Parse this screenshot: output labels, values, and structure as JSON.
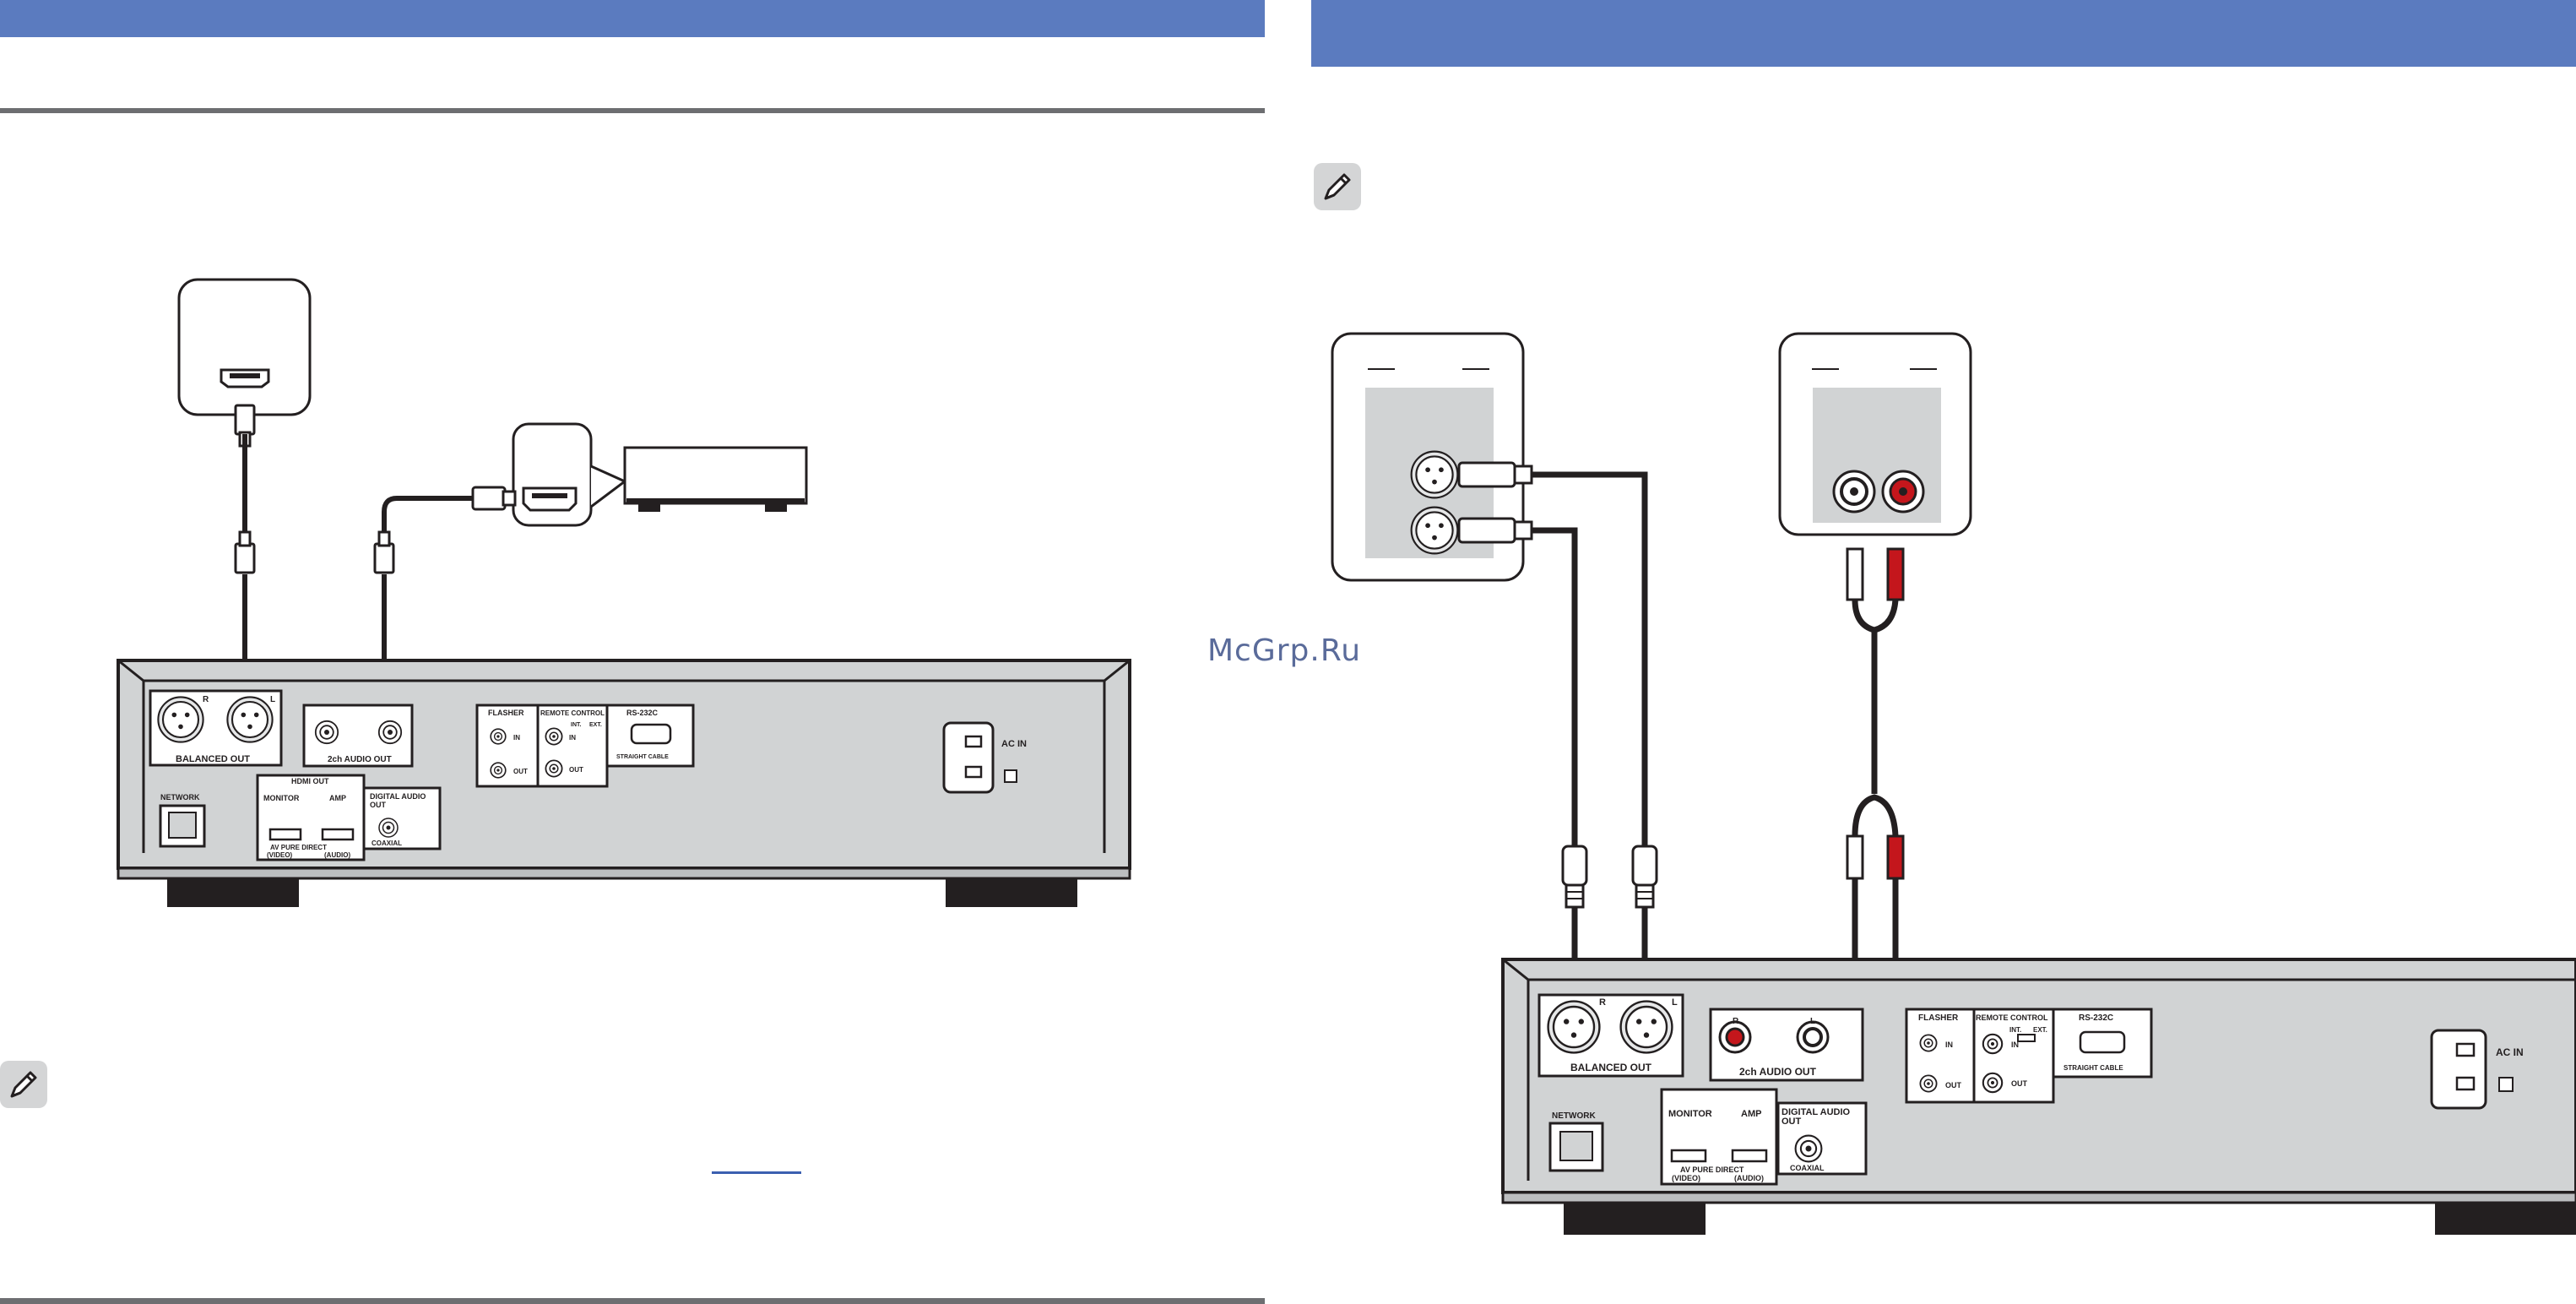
{
  "labels": {
    "balanced_out": "BALANCED OUT",
    "audio_out_2ch": "2ch AUDIO OUT",
    "hdmi_out": "HDMI OUT",
    "monitor": "MONITOR",
    "amp": "AMP",
    "av_pure_direct": "AV PURE DIRECT",
    "video": "(VIDEO)",
    "audio": "(AUDIO)",
    "digital_audio_out": "DIGITAL AUDIO OUT",
    "digital_audio_line1": "DIGITAL AUDIO",
    "digital_audio_line2": "OUT",
    "coaxial": "COAXIAL",
    "network": "NETWORK",
    "flasher": "FLASHER",
    "remote_control": "REMOTE CONTROL",
    "rs232c": "RS-232C",
    "in": "IN",
    "out": "OUT",
    "int": "INT.",
    "ext": "EXT.",
    "straight_cable": "STRAIGHT CABLE",
    "ac_in": "AC IN",
    "r": "R",
    "l": "L"
  },
  "watermark": "McGrp.Ru",
  "colors": {
    "header_band": "#5b7bbf",
    "rule": "#6d6e71",
    "panel": "#d1d3d4",
    "cable": "#231f20",
    "red_jack": "#c4161c"
  },
  "icons": [
    "pencil-note-icon",
    "hdmi-port-icon",
    "xlr-connector-icon",
    "rca-connector-icon",
    "lan-port-icon",
    "power-inlet-icon"
  ]
}
